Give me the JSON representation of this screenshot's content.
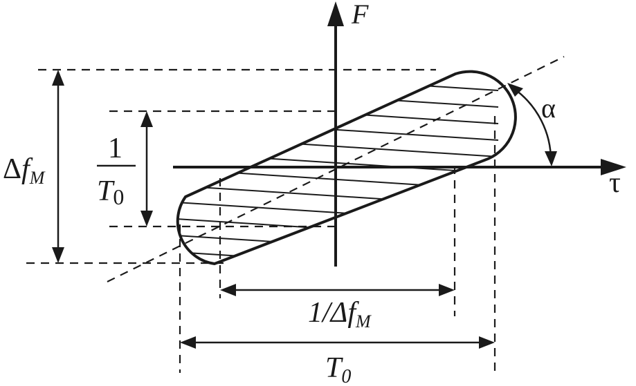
{
  "diagram": {
    "axis_f": "F",
    "axis_tau": "τ",
    "angle": "α",
    "delta_fm_left": {
      "delta": "Δ",
      "f": "f",
      "sub": "M"
    },
    "one_over_t0": {
      "num": "1",
      "den_t": "T",
      "den_sub": "0"
    },
    "inner_width": {
      "prefix": "1/Δ",
      "f": "f",
      "sub": "M"
    },
    "outer_width": {
      "t": "T",
      "sub": "0"
    }
  },
  "colors": {
    "ink": "#1a1a1a",
    "background": "#ffffff"
  }
}
